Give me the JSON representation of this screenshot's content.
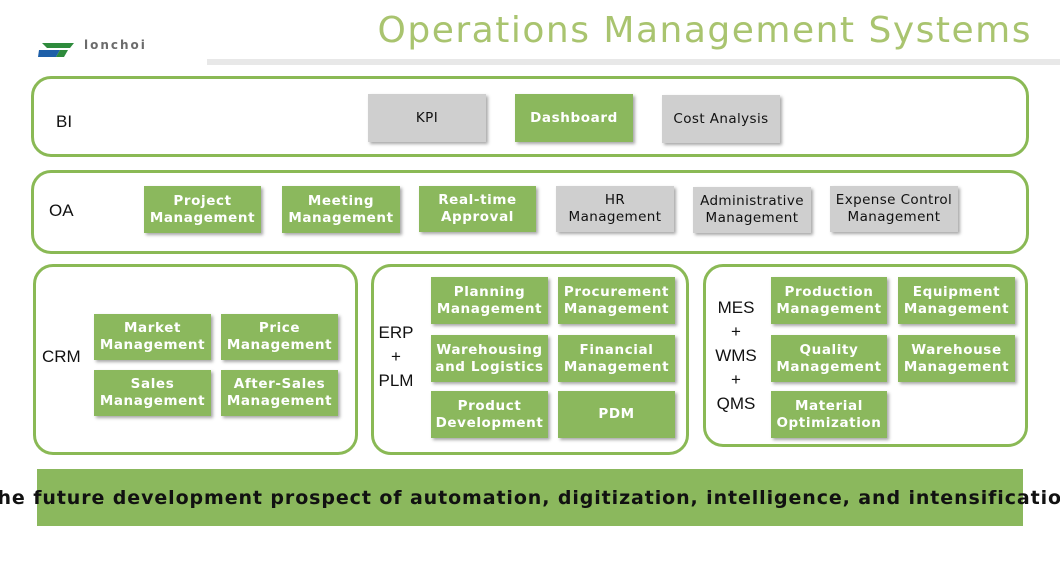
{
  "header": {
    "title": "Operations Management  Systems",
    "brand": "lonchoi"
  },
  "sections": {
    "bi": {
      "label": "BI",
      "items": [
        {
          "label": "KPI",
          "style": "gray"
        },
        {
          "label": "Dashboard",
          "style": "green"
        },
        {
          "label": "Cost Analysis",
          "style": "gray"
        }
      ]
    },
    "oa": {
      "label": "OA",
      "items": [
        {
          "label": "Project\nManagement",
          "style": "green"
        },
        {
          "label": "Meeting\nManagement",
          "style": "green"
        },
        {
          "label": "Real-time\nApproval",
          "style": "green"
        },
        {
          "label": "HR\nManagement",
          "style": "gray"
        },
        {
          "label": "Administrative\nManagement",
          "style": "gray"
        },
        {
          "label": "Expense Control\nManagement",
          "style": "gray"
        }
      ]
    },
    "crm": {
      "label": "CRM",
      "items": [
        {
          "label": "Market\nManagement",
          "style": "green"
        },
        {
          "label": "Price\nManagement",
          "style": "green"
        },
        {
          "label": "Sales\nManagement",
          "style": "green"
        },
        {
          "label": "After-Sales\nManagement",
          "style": "green"
        }
      ]
    },
    "erp": {
      "label_lines": [
        "ERP",
        "+",
        "PLM"
      ],
      "items": [
        {
          "label": "Planning\nManagement",
          "style": "green"
        },
        {
          "label": "Procurement\nManagement",
          "style": "green"
        },
        {
          "label": "Warehousing\nand Logistics",
          "style": "green"
        },
        {
          "label": "Financial\nManagement",
          "style": "green"
        },
        {
          "label": "Product\nDevelopment",
          "style": "green"
        },
        {
          "label": "PDM",
          "style": "green"
        }
      ]
    },
    "mes": {
      "label_lines": [
        "MES",
        "+",
        "WMS",
        "+",
        "QMS"
      ],
      "items": [
        {
          "label": "Production\nManagement",
          "style": "green"
        },
        {
          "label": "Equipment\nManagement",
          "style": "green"
        },
        {
          "label": "Quality\nManagement",
          "style": "green"
        },
        {
          "label": "Warehouse\nManagement",
          "style": "green"
        },
        {
          "label": "Material\nOptimization",
          "style": "green"
        }
      ]
    }
  },
  "footer": {
    "banner": "The future development prospect of automation, digitization, intelligence, and intensification"
  },
  "colors": {
    "accent_green": "#8bb85d",
    "panel_border": "#8ab955",
    "gray_box": "#cfcfcf",
    "title": "#a9c46f"
  }
}
